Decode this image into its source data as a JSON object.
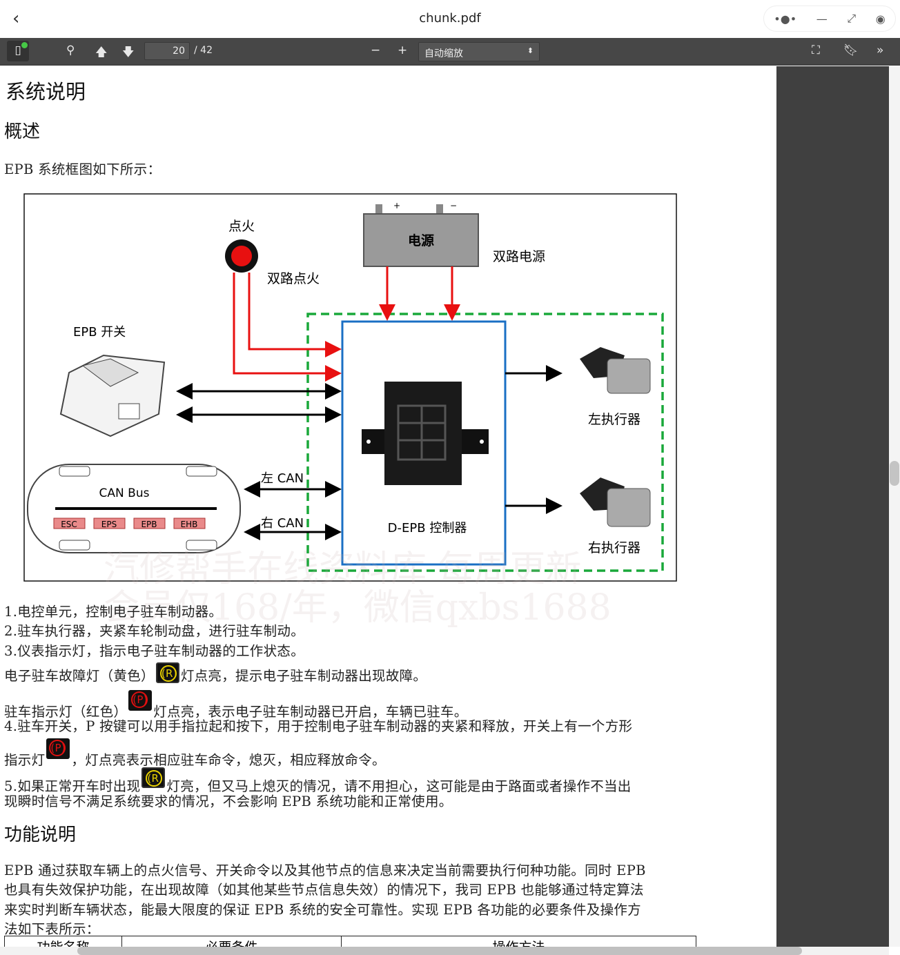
{
  "window": {
    "title": "chunk.pdf"
  },
  "toolbar": {
    "page_current": "20",
    "page_total": "/ 42",
    "zoom_value": "自动缩放"
  },
  "doc": {
    "h_system": "系统说明",
    "h_overview": "概述",
    "intro": "EPB 系统框图如下所示：",
    "diagram": {
      "ignition": "点火",
      "dual_ignition": "双路点火",
      "power": "电源",
      "dual_power": "双路电源",
      "plus": "+",
      "minus": "−",
      "epb_switch": "EPB 开关",
      "can_bus": "CAN Bus",
      "modules": [
        "ESC",
        "EPS",
        "EPB",
        "EHB"
      ],
      "left_can": "左 CAN",
      "right_can": "右 CAN",
      "controller": "D-EPB 控制器",
      "left_actuator": "左执行器",
      "right_actuator": "右执行器"
    },
    "items": [
      "1.电控单元，控制电子驻车制动器。",
      "2.驻车执行器，夹紧车轮制动盘，进行驻车制动。",
      "3.仪表指示灯，指示电子驻车制动器的工作状态。"
    ],
    "fault_a": "电子驻车故障灯（黄色）",
    "fault_b": "灯点亮，提示电子驻车制动器出现故障。",
    "park_a": "驻车指示灯（红色）",
    "park_b": "灯点亮，表示电子驻车制动器已开启，车辆已驻车。",
    "item4_a": "4.驻车开关，P 按键可以用手指拉起和按下，用于控制电子驻车制动器的夹紧和释放，开关上有一个方形",
    "item4_b1": "指示灯",
    "item4_b2": "，灯点亮表示相应驻车命令，熄灭，相应释放命令。",
    "item5_a1": "5.如果正常开车时出现",
    "item5_a2": "灯亮，但又马上熄灭的情况，请不用担心，这可能是由于路面或者操作不当出",
    "item5_b": "现瞬时信号不满足系统要求的情况，不会影响 EPB 系统功能和正常使用。",
    "h_function": "功能说明",
    "func": [
      "EPB 通过获取车辆上的点火信号、开关命令以及其他节点的信息来决定当前需要执行何种功能。同时 EPB",
      "也具有失效保护功能，在出现故障（如其他某些节点信息失效）的情况下，我司 EPB 也能够通过特定算法",
      "来实时判断车辆状态，能最大限度的保证 EPB 系统的安全可靠性。实现 EPB 各功能的必要条件及操作方",
      "法如下表所示："
    ],
    "table_headers": [
      "功能名称",
      "必要条件",
      "操作方法"
    ],
    "icon_fault": "(R)",
    "icon_park": "(P)",
    "watermark": [
      "汽修帮手在线资料库 每周更新",
      "会员仅168/年，微信qxbs1688"
    ]
  },
  "colors": {
    "toolbar": "#474747",
    "red_wire": "#e81010",
    "blue_box": "#1a6fc4",
    "green_dash": "#1aa83a",
    "fault_lamp": "#e7d000",
    "park_lamp": "#e01010"
  }
}
